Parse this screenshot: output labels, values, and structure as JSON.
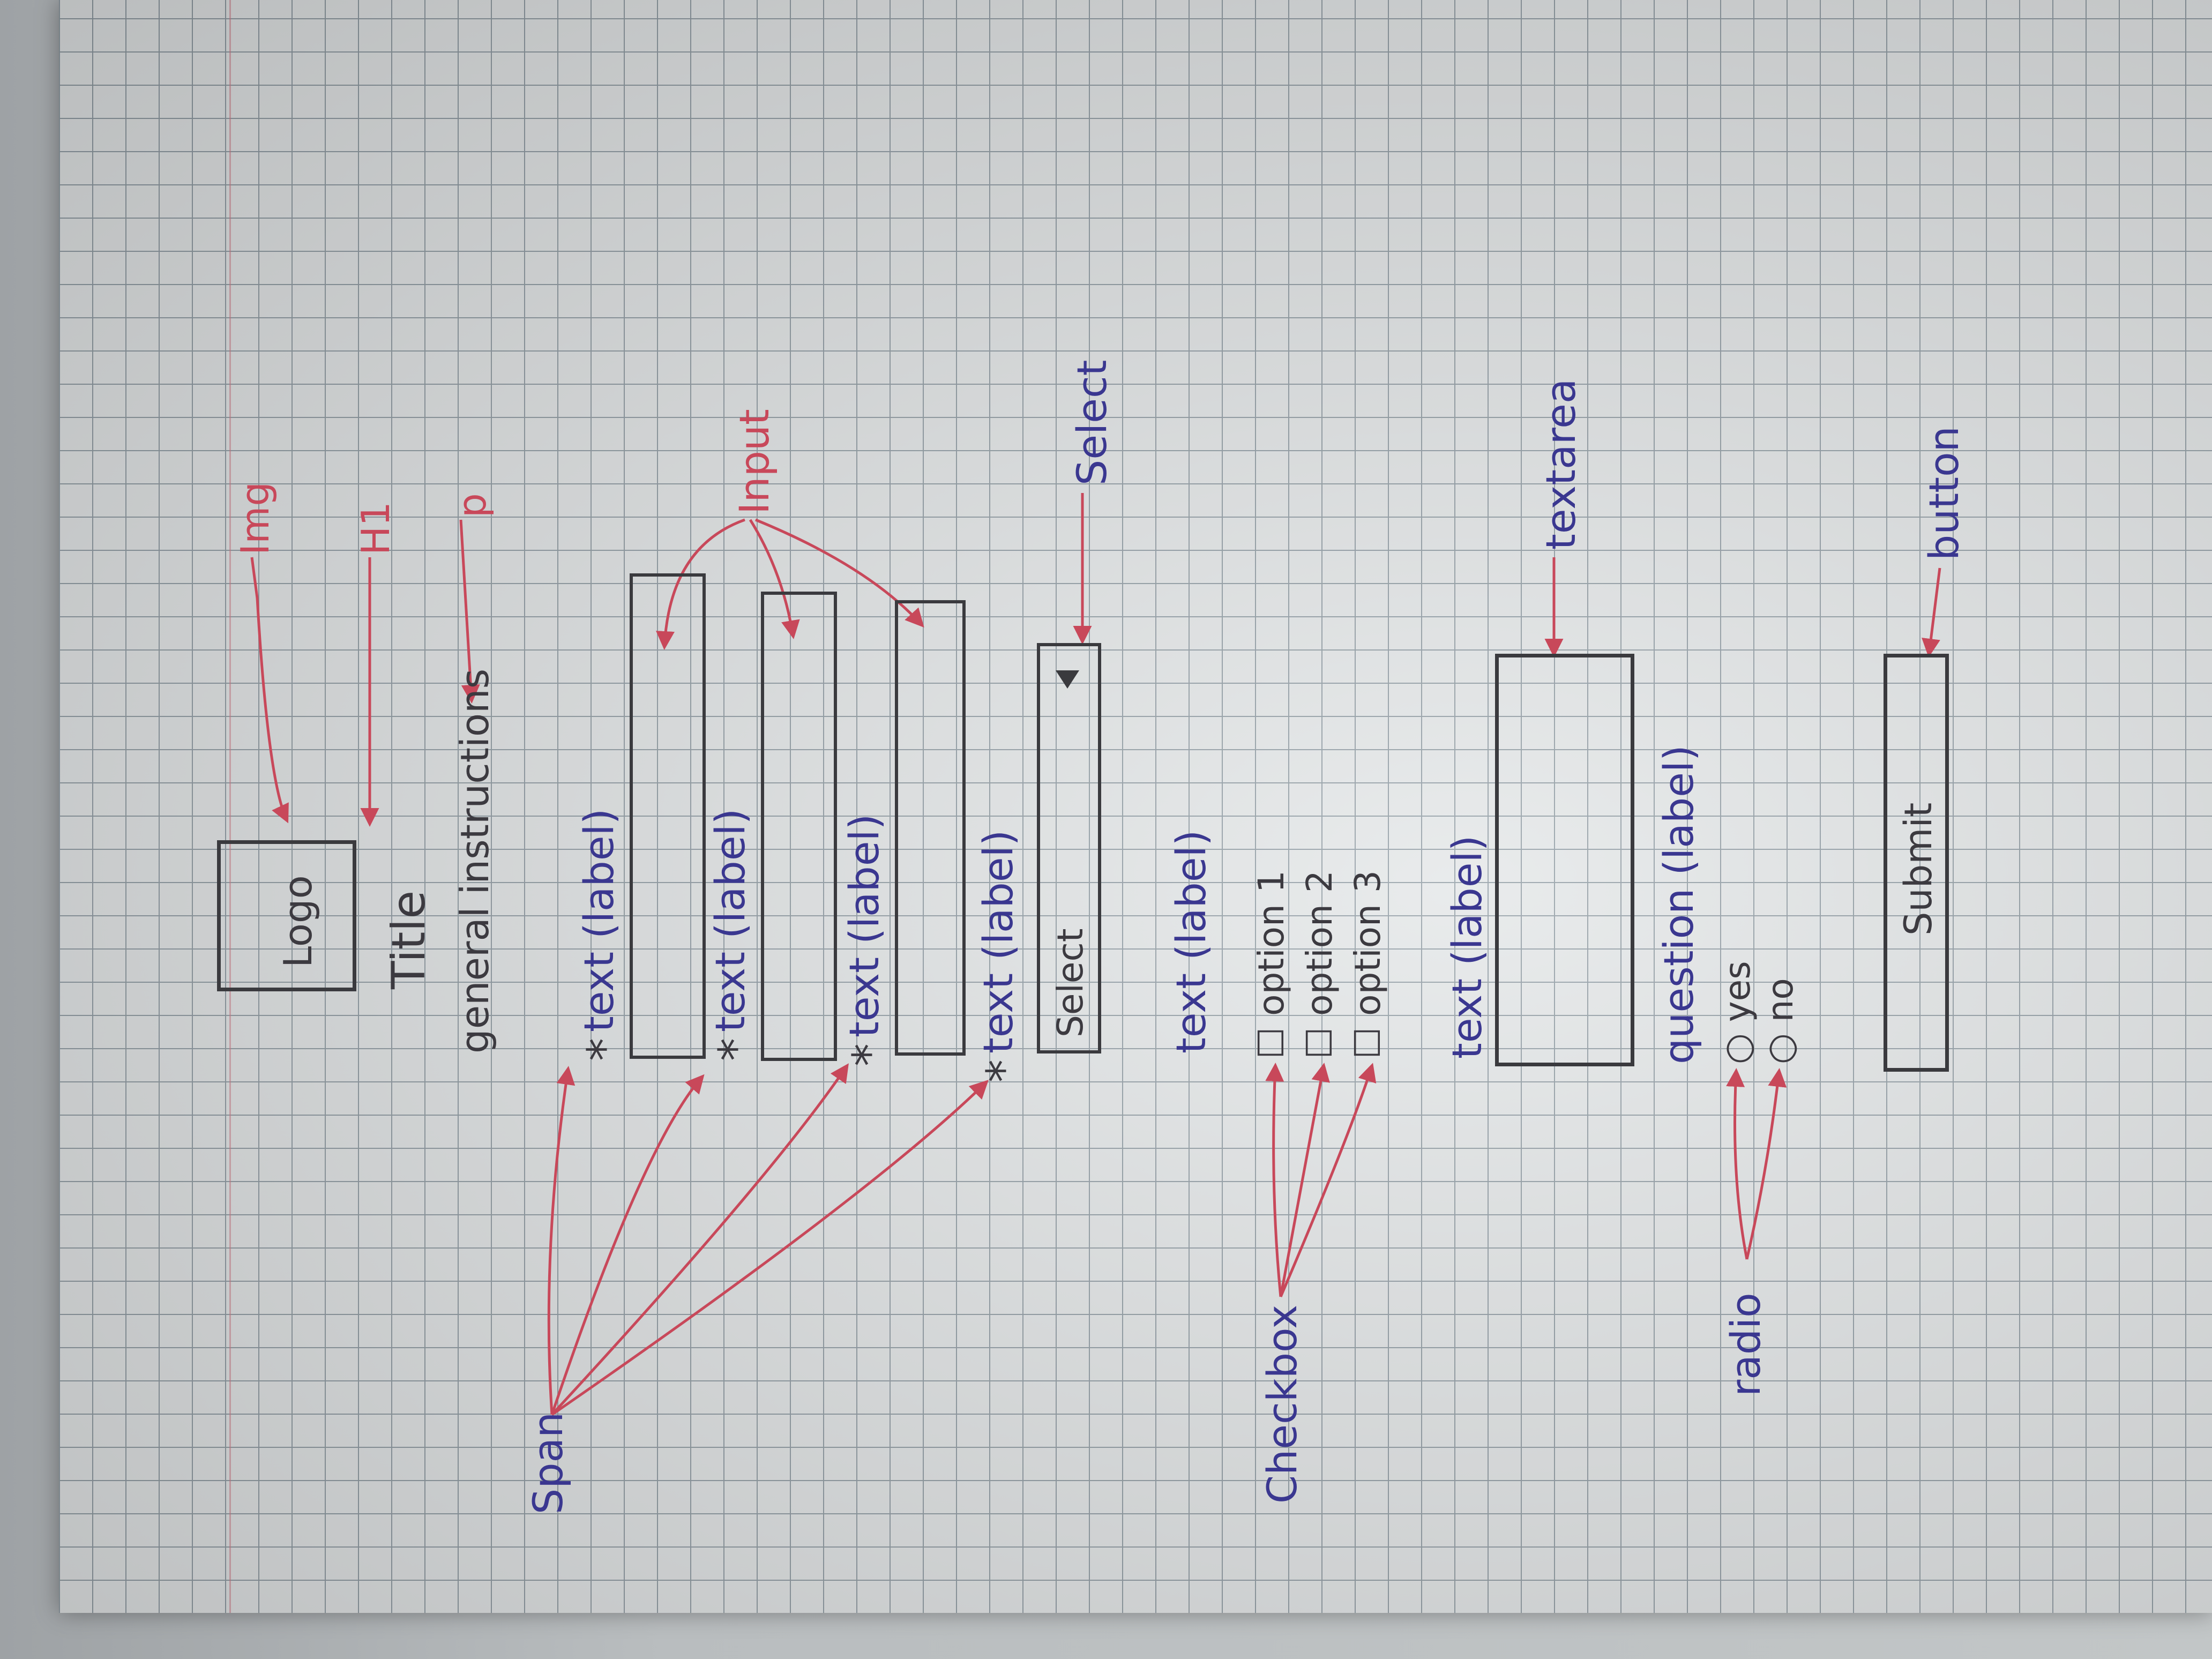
{
  "colors": {
    "paper": "#e4e7e8",
    "grid": "#8f9ba3",
    "annotation_red": "#c8485a",
    "label_blue": "#3a3790",
    "pencil_dark": "#3c3a40"
  },
  "wireframe": {
    "logo": "Logo",
    "title": "Title",
    "instructions": "general instructions",
    "fields": [
      {
        "star": "*",
        "text": "text",
        "label": "(label)"
      },
      {
        "star": "*",
        "text": "text",
        "label": "(label)"
      },
      {
        "star": "*",
        "text": "text",
        "label": "(label)"
      },
      {
        "star": "*",
        "text": "text",
        "label": "(label)"
      }
    ],
    "select": {
      "text": "Select",
      "arrow_icon": "triangle-down-icon"
    },
    "checkbox_group": {
      "label": "text (label)",
      "options": [
        "option 1",
        "option 2",
        "option 3"
      ]
    },
    "textarea_label": "text (label)",
    "radio_group": {
      "question": "question (label)",
      "options": [
        "yes",
        "no"
      ]
    },
    "submit": "Submit"
  },
  "annotations": {
    "img": "Img",
    "h1": "H1",
    "p": "p",
    "input": "Input",
    "select": "Select",
    "textarea": "textarea",
    "button": "button",
    "span": "Span",
    "checkbox": "Checkbox",
    "radio": "radio"
  }
}
